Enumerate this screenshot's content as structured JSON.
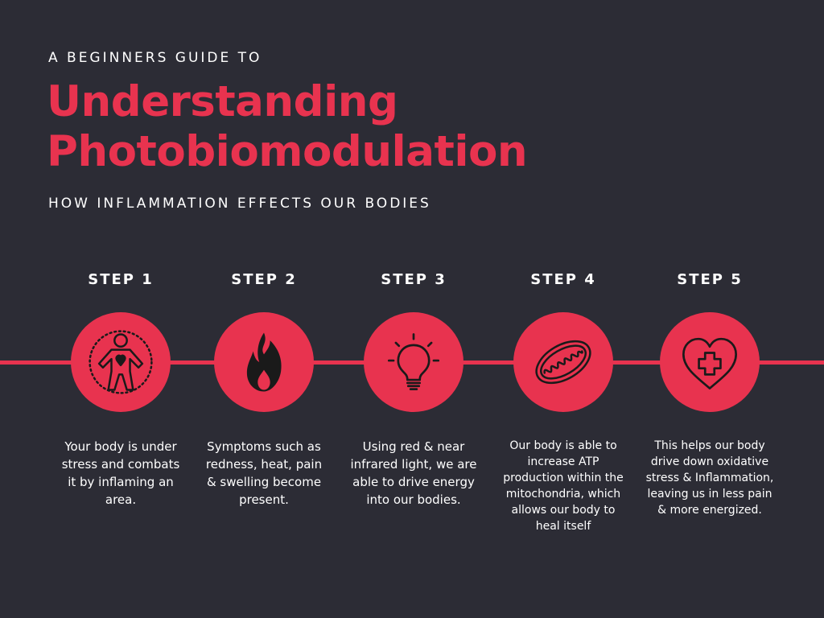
{
  "header": {
    "kicker": "A BEGINNERS GUIDE TO",
    "title_line1": "Understanding",
    "title_line2": "Photobiomodulation",
    "subtitle": "HOW INFLAMMATION EFFECTS OUR BODIES"
  },
  "colors": {
    "background": "#2c2c35",
    "accent": "#e8334f",
    "text": "#ffffff",
    "icon_stroke": "#1a1a1a"
  },
  "steps": [
    {
      "label": "STEP 1",
      "icon": "human-body-heart-icon",
      "description": "Your body is under stress and combats it by inflaming an area."
    },
    {
      "label": "STEP 2",
      "icon": "flame-icon",
      "description": "Symptoms such as redness, heat, pain & swelling become present."
    },
    {
      "label": "STEP 3",
      "icon": "light-bulb-icon",
      "description": "Using red & near infrared light, we are able to drive energy into our bodies."
    },
    {
      "label": "STEP 4",
      "icon": "mitochondria-icon",
      "description": "Our body is able to increase ATP production within the mitochondria, which allows our body to heal itself"
    },
    {
      "label": "STEP 5",
      "icon": "heart-cross-icon",
      "description": "This helps our body drive down oxidative stress & Inflammation, leaving us in less pain & more energized."
    }
  ]
}
